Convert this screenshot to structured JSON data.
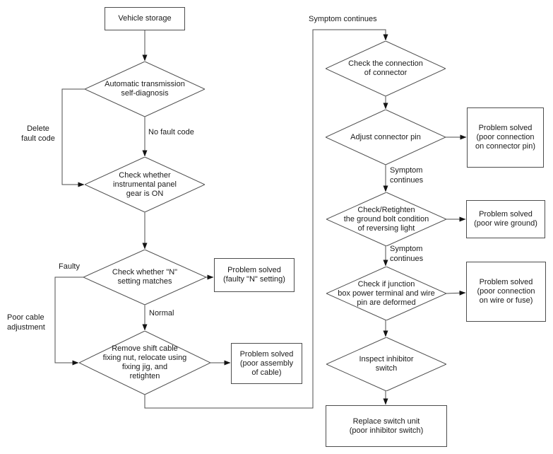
{
  "background": "#ffffff",
  "colors": {
    "line": "#4d4d4d",
    "arrow": "#141414",
    "text": "#1a1a1a",
    "node_fill": "#ffffff"
  },
  "nodes": {
    "vehicle_storage": {
      "shape": "rect",
      "label": "Vehicle storage"
    },
    "auto_transmission_self_diagnosis": {
      "shape": "diamond",
      "label": "Automatic transmission\nself-diagnosis"
    },
    "check_instrumental_panel": {
      "shape": "diamond",
      "label": "Check whether\ninstrumental panel\ngear is ON"
    },
    "check_n_setting": {
      "shape": "diamond",
      "label": "Check whether \"N\"\nsetting matches"
    },
    "solved_faulty_n_setting": {
      "shape": "rect",
      "label": "Problem solved\n(faulty \"N\" setting)"
    },
    "remove_shift_cable": {
      "shape": "diamond",
      "label": "Remove shift cable\nfixing nut, relocate using\nfixing jig, and\nretighten"
    },
    "solved_poor_assembly": {
      "shape": "rect",
      "label": "Problem solved\n(poor assembly\nof cable)"
    },
    "check_connector_connection": {
      "shape": "diamond",
      "label": "Check the connection\nof connector"
    },
    "adjust_connector_pin": {
      "shape": "diamond",
      "label": "Adjust connector pin"
    },
    "solved_poor_connector_pin": {
      "shape": "rect",
      "label": "Problem solved\n(poor connection\non connector pin)"
    },
    "check_ground_bolt": {
      "shape": "diamond",
      "label": "Check/Retighten\nthe ground bolt condition\nof reversing light"
    },
    "solved_poor_wire_ground": {
      "shape": "rect",
      "label": "Problem solved\n(poor wire ground)"
    },
    "check_junction_box": {
      "shape": "diamond",
      "label": "Check if junction\nbox power terminal and wire\npin are deformed"
    },
    "solved_poor_wire_fuse": {
      "shape": "rect",
      "label": "Problem solved\n(poor connection\non wire or fuse)"
    },
    "inspect_inhibitor_switch": {
      "shape": "diamond",
      "label": "Inspect inhibitor\nswitch"
    },
    "replace_switch_unit": {
      "shape": "rect",
      "label": "Replace switch unit\n(poor inhibitor switch)"
    }
  },
  "edge_labels": {
    "delete_fault_code": "Delete\nfault code",
    "no_fault_code": "No fault code",
    "faulty": "Faulty",
    "normal": "Normal",
    "poor_cable_adjustment": "Poor cable\nadjustment",
    "symptom_continues_top": "Symptom continues",
    "symptom_continues_mid1": "Symptom\ncontinues",
    "symptom_continues_mid2": "Symptom\ncontinues"
  }
}
